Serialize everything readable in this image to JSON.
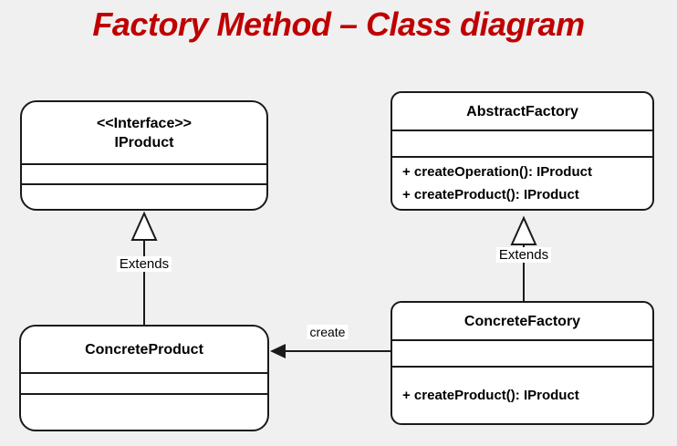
{
  "page": {
    "title": "Factory Method – Class diagram",
    "title_color": "#c00000",
    "background_color": "#f0f0f0",
    "line_color": "#1a1a1a",
    "box_fill_color": "#ffffff"
  },
  "diagram": {
    "type": "uml-class-diagram",
    "classes": [
      {
        "stereotype": "<<Interface>>",
        "name": "IProduct",
        "attributes": [],
        "methods": []
      },
      {
        "stereotype": "",
        "name": "AbstractFactory",
        "attributes": [],
        "methods": [
          "+ createOperation(): IProduct",
          "+ createProduct(): IProduct"
        ]
      },
      {
        "stereotype": "",
        "name": "ConcreteProduct",
        "attributes": [],
        "methods": []
      },
      {
        "stereotype": "",
        "name": "ConcreteFactory",
        "attributes": [],
        "methods": [
          "+ createProduct(): IProduct"
        ]
      }
    ],
    "relations": [
      {
        "type": "generalization",
        "from": "ConcreteProduct",
        "to": "IProduct",
        "label": "Extends"
      },
      {
        "type": "generalization",
        "from": "ConcreteFactory",
        "to": "AbstractFactory",
        "label": "Extends"
      },
      {
        "type": "directed-association",
        "from": "ConcreteFactory",
        "to": "ConcreteProduct",
        "label": "create"
      }
    ]
  }
}
